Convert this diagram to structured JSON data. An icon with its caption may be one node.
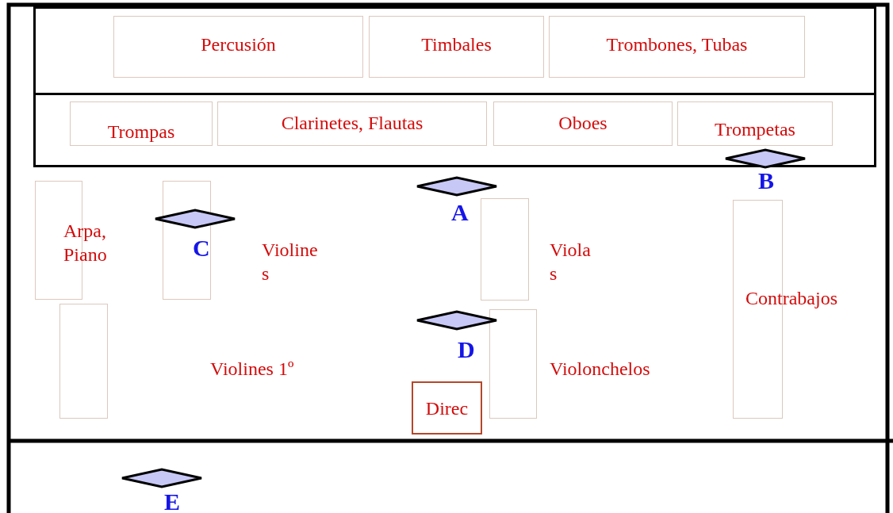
{
  "diagram": {
    "nodes": [
      {
        "text": [],
        "shape": "box"
      },
      {
        "text": [],
        "shape": "box"
      },
      {
        "text": [
          "Percusión"
        ],
        "in": 0
      },
      {
        "text": [
          "Timbales"
        ],
        "in": 0
      },
      {
        "text": [
          "Trombones, Tubas"
        ],
        "in": 0
      },
      {
        "text": [
          "Trompas"
        ],
        "in": 1
      },
      {
        "text": [
          "Clarinetes, Flautas"
        ],
        "in": 1
      },
      {
        "text": [
          "Oboes"
        ],
        "in": 1
      },
      {
        "text": [
          "Trompetas"
        ],
        "in": 1
      },
      {
        "text": [],
        "shape": "box"
      },
      {
        "text": [],
        "shape": "box"
      },
      {
        "text": [],
        "shape": "box"
      },
      {
        "text": [],
        "shape": "box"
      },
      {
        "text": [],
        "shape": "box"
      },
      {
        "text": [],
        "shape": "box"
      },
      {
        "text": [
          "Direc"
        ]
      },
      {
        "text": [],
        "shape": "diamond",
        "beside": [
          "B"
        ],
        "in": 1
      },
      {
        "text": [],
        "shape": "diamond",
        "beside": [
          "A"
        ]
      },
      {
        "text": [],
        "shape": "diamond",
        "beside": [
          "C"
        ]
      },
      {
        "text": [],
        "shape": "diamond",
        "beside": [
          "D"
        ]
      },
      {
        "text": [],
        "shape": "diamond",
        "beside": [
          "E"
        ]
      }
    ],
    "edges": [],
    "labels": [
      "Arpa, Piano",
      "Violine s",
      "Viola s",
      "Contrabajos",
      "Violines 1º",
      "Violonchelos"
    ]
  }
}
